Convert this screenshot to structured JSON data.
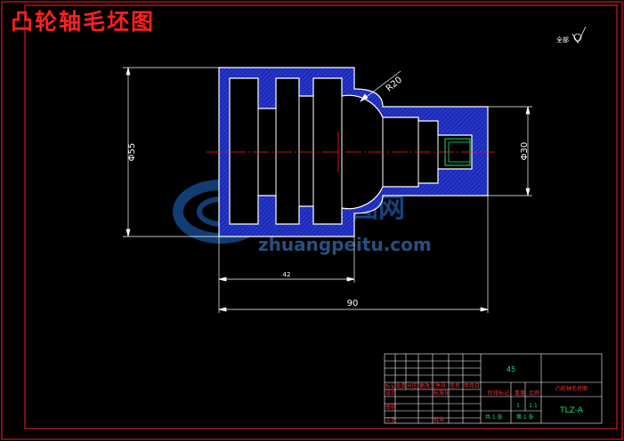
{
  "title": "凸轮轴毛坯图",
  "roughness_note": "全部",
  "dimensions": {
    "diameter_large": "Φ55",
    "diameter_small": "Φ30",
    "radius": "R20",
    "length_partial": "42",
    "length_total": "90"
  },
  "title_block": {
    "material": "45",
    "part_name": "凸轮轴毛坯图",
    "drawing_code": "TLZ-A",
    "scale": "1:1",
    "quantity": "1",
    "sheets_total": "共 1 张",
    "sheet_number": "第 1 张",
    "stage_label": "阶段标记",
    "weight_label": "重量",
    "scale_label": "比例",
    "header_labels": [
      "标记",
      "处数",
      "分区",
      "更改文件号",
      "签名",
      "年月日"
    ],
    "role_labels": [
      "设计",
      "审核",
      "工艺"
    ],
    "standardization_label": "标准化",
    "approve_label": "批准"
  },
  "watermark": {
    "brand": "装配图网",
    "url": "zhuangpeitu.com"
  },
  "colors": {
    "border": "#ff2020",
    "outline": "#ffffff",
    "blank_fill": "#1c2bb8",
    "centerline": "#ff2020",
    "thread": "#22e06a"
  }
}
